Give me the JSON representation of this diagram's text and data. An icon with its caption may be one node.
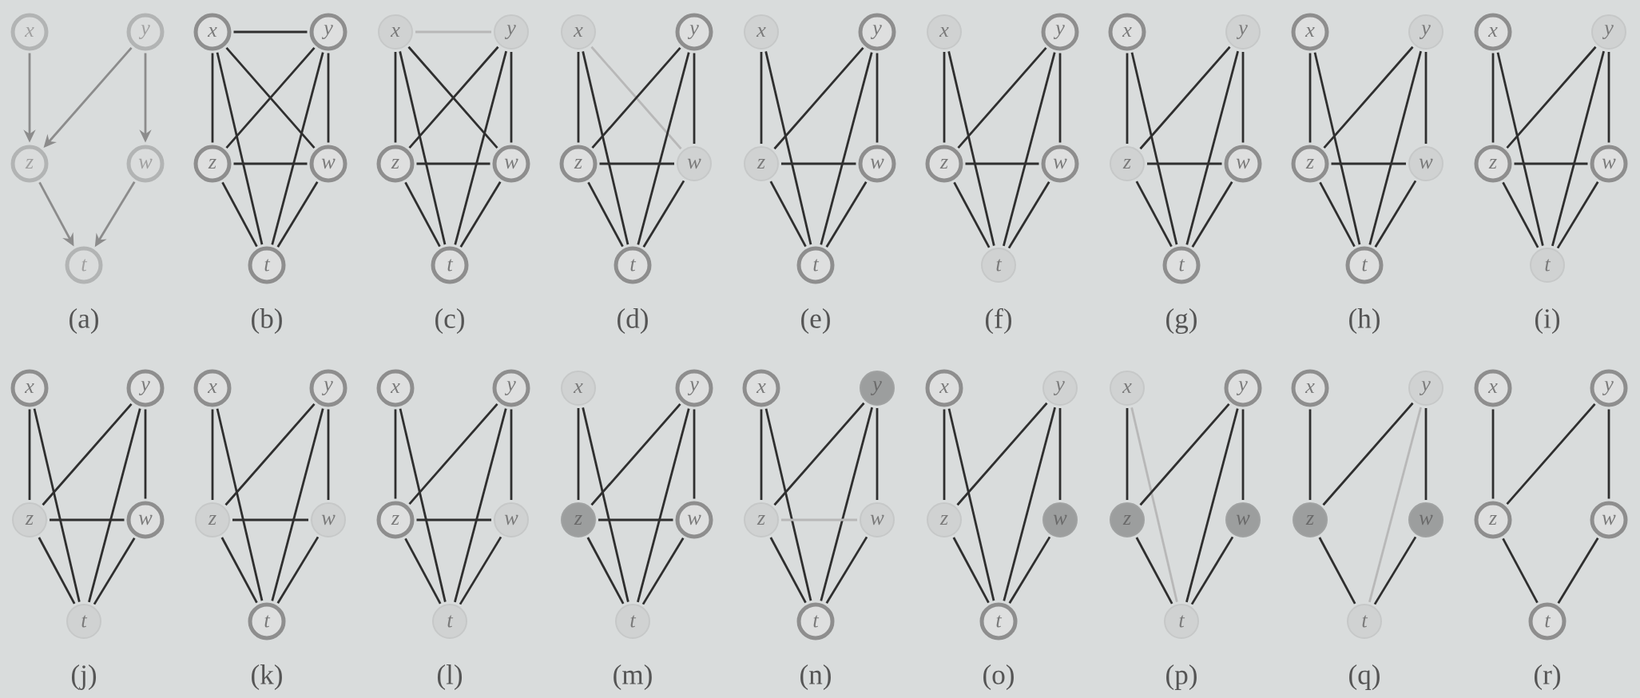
{
  "diagram": {
    "nodes": [
      {
        "text": [
          "x"
        ]
      },
      {
        "text": [
          "y"
        ]
      },
      {
        "text": [
          "z"
        ]
      },
      {
        "text": [
          "w"
        ]
      },
      {
        "text": [
          "t"
        ]
      },
      {
        "text": [
          "x"
        ]
      },
      {
        "text": [
          "y"
        ]
      },
      {
        "text": [
          "z"
        ]
      },
      {
        "text": [
          "w"
        ]
      },
      {
        "text": [
          "t"
        ]
      },
      {
        "text": [
          "x"
        ]
      },
      {
        "text": [
          "y"
        ]
      },
      {
        "text": [
          "z"
        ]
      },
      {
        "text": [
          "w"
        ]
      },
      {
        "text": [
          "t"
        ]
      },
      {
        "text": [
          "x"
        ]
      },
      {
        "text": [
          "y"
        ]
      },
      {
        "text": [
          "z"
        ]
      },
      {
        "text": [
          "w"
        ]
      },
      {
        "text": [
          "t"
        ]
      },
      {
        "text": [
          "x"
        ]
      },
      {
        "text": [
          "y"
        ]
      },
      {
        "text": [
          "z"
        ]
      },
      {
        "text": [
          "w"
        ]
      },
      {
        "text": [
          "t"
        ]
      },
      {
        "text": [
          "x"
        ]
      },
      {
        "text": [
          "y"
        ]
      },
      {
        "text": [
          "z"
        ]
      },
      {
        "text": [
          "w"
        ]
      },
      {
        "text": [
          "t"
        ]
      },
      {
        "text": [
          "x"
        ]
      },
      {
        "text": [
          "y"
        ]
      },
      {
        "text": [
          "z"
        ]
      },
      {
        "text": [
          "w"
        ]
      },
      {
        "text": [
          "t"
        ]
      },
      {
        "text": [
          "x"
        ]
      },
      {
        "text": [
          "y"
        ]
      },
      {
        "text": [
          "z"
        ]
      },
      {
        "text": [
          "w"
        ]
      },
      {
        "text": [
          "t"
        ]
      },
      {
        "text": [
          "x"
        ]
      },
      {
        "text": [
          "y"
        ]
      },
      {
        "text": [
          "z"
        ]
      },
      {
        "text": [
          "w"
        ]
      },
      {
        "text": [
          "t"
        ]
      },
      {
        "text": [
          "x"
        ]
      },
      {
        "text": [
          "y"
        ]
      },
      {
        "text": [
          "z"
        ]
      },
      {
        "text": [
          "w"
        ]
      },
      {
        "text": [
          "t"
        ]
      },
      {
        "text": [
          "x"
        ]
      },
      {
        "text": [
          "y"
        ]
      },
      {
        "text": [
          "z"
        ]
      },
      {
        "text": [
          "w"
        ]
      },
      {
        "text": [
          "t"
        ]
      },
      {
        "text": [
          "x"
        ]
      },
      {
        "text": [
          "y"
        ]
      },
      {
        "text": [
          "z"
        ]
      },
      {
        "text": [
          "w"
        ]
      },
      {
        "text": [
          "t"
        ]
      },
      {
        "text": [
          "x"
        ]
      },
      {
        "text": [
          "y"
        ]
      },
      {
        "text": [
          "z"
        ]
      },
      {
        "text": [
          "w"
        ]
      },
      {
        "text": [
          "t"
        ]
      },
      {
        "text": [
          "x"
        ]
      },
      {
        "text": [
          "y"
        ]
      },
      {
        "text": [
          "z"
        ]
      },
      {
        "text": [
          "w"
        ]
      },
      {
        "text": [
          "t"
        ]
      },
      {
        "text": [
          "x"
        ]
      },
      {
        "text": [
          "y"
        ]
      },
      {
        "text": [
          "z"
        ]
      },
      {
        "text": [
          "w"
        ]
      },
      {
        "text": [
          "t"
        ]
      },
      {
        "text": [
          "x"
        ]
      },
      {
        "text": [
          "y"
        ]
      },
      {
        "text": [
          "z"
        ]
      },
      {
        "text": [
          "w"
        ]
      },
      {
        "text": [
          "t"
        ]
      },
      {
        "text": [
          "x"
        ]
      },
      {
        "text": [
          "y"
        ]
      },
      {
        "text": [
          "z"
        ]
      },
      {
        "text": [
          "w"
        ]
      },
      {
        "text": [
          "t"
        ]
      },
      {
        "text": [
          "x"
        ]
      },
      {
        "text": [
          "y"
        ]
      },
      {
        "text": [
          "z"
        ]
      },
      {
        "text": [
          "w"
        ]
      },
      {
        "text": [
          "t"
        ]
      }
    ],
    "edges": [
      {
        "from": 0,
        "to": 2,
        "arrow": "to",
        "color": "#8c8c8c"
      },
      {
        "from": 1,
        "to": 2,
        "arrow": "to",
        "color": "#8c8c8c"
      },
      {
        "from": 1,
        "to": 3,
        "arrow": "to",
        "color": "#8c8c8c"
      },
      {
        "from": 2,
        "to": 4,
        "arrow": "to",
        "color": "#8c8c8c"
      },
      {
        "from": 3,
        "to": 4,
        "arrow": "to",
        "color": "#8c8c8c"
      },
      {
        "from": 5,
        "to": 6,
        "arrow": "none"
      },
      {
        "from": 5,
        "to": 7,
        "arrow": "none"
      },
      {
        "from": 5,
        "to": 8,
        "arrow": "none"
      },
      {
        "from": 5,
        "to": 9,
        "arrow": "none"
      },
      {
        "from": 6,
        "to": 7,
        "arrow": "none"
      },
      {
        "from": 6,
        "to": 8,
        "arrow": "none"
      },
      {
        "from": 6,
        "to": 9,
        "arrow": "none"
      },
      {
        "from": 7,
        "to": 8,
        "arrow": "none"
      },
      {
        "from": 7,
        "to": 9,
        "arrow": "none"
      },
      {
        "from": 8,
        "to": 9,
        "arrow": "none"
      },
      {
        "from": 10,
        "to": 11,
        "arrow": "none",
        "color": "#b8b8b8"
      },
      {
        "from": 10,
        "to": 12,
        "arrow": "none"
      },
      {
        "from": 10,
        "to": 13,
        "arrow": "none"
      },
      {
        "from": 10,
        "to": 14,
        "arrow": "none"
      },
      {
        "from": 11,
        "to": 12,
        "arrow": "none"
      },
      {
        "from": 11,
        "to": 13,
        "arrow": "none"
      },
      {
        "from": 11,
        "to": 14,
        "arrow": "none"
      },
      {
        "from": 12,
        "to": 13,
        "arrow": "none"
      },
      {
        "from": 12,
        "to": 14,
        "arrow": "none"
      },
      {
        "from": 13,
        "to": 14,
        "arrow": "none"
      },
      {
        "from": 15,
        "to": 17,
        "arrow": "none"
      },
      {
        "from": 15,
        "to": 18,
        "arrow": "none",
        "color": "#b8b8b8"
      },
      {
        "from": 15,
        "to": 19,
        "arrow": "none"
      },
      {
        "from": 16,
        "to": 17,
        "arrow": "none"
      },
      {
        "from": 16,
        "to": 18,
        "arrow": "none"
      },
      {
        "from": 16,
        "to": 19,
        "arrow": "none"
      },
      {
        "from": 17,
        "to": 18,
        "arrow": "none"
      },
      {
        "from": 17,
        "to": 19,
        "arrow": "none"
      },
      {
        "from": 18,
        "to": 19,
        "arrow": "none"
      },
      {
        "from": 20,
        "to": 22,
        "arrow": "none"
      },
      {
        "from": 20,
        "to": 24,
        "arrow": "none"
      },
      {
        "from": 21,
        "to": 22,
        "arrow": "none"
      },
      {
        "from": 21,
        "to": 24,
        "arrow": "none"
      },
      {
        "from": 21,
        "to": 23,
        "arrow": "none"
      },
      {
        "from": 22,
        "to": 23,
        "arrow": "none"
      },
      {
        "from": 22,
        "to": 24,
        "arrow": "none"
      },
      {
        "from": 23,
        "to": 24,
        "arrow": "none"
      },
      {
        "from": 25,
        "to": 27,
        "arrow": "none"
      },
      {
        "from": 25,
        "to": 29,
        "arrow": "none"
      },
      {
        "from": 26,
        "to": 27,
        "arrow": "none"
      },
      {
        "from": 26,
        "to": 29,
        "arrow": "none"
      },
      {
        "from": 26,
        "to": 28,
        "arrow": "none"
      },
      {
        "from": 27,
        "to": 28,
        "arrow": "none"
      },
      {
        "from": 27,
        "to": 29,
        "arrow": "none"
      },
      {
        "from": 28,
        "to": 29,
        "arrow": "none"
      },
      {
        "from": 30,
        "to": 32,
        "arrow": "none"
      },
      {
        "from": 30,
        "to": 34,
        "arrow": "none"
      },
      {
        "from": 31,
        "to": 32,
        "arrow": "none"
      },
      {
        "from": 31,
        "to": 34,
        "arrow": "none"
      },
      {
        "from": 31,
        "to": 33,
        "arrow": "none"
      },
      {
        "from": 32,
        "to": 33,
        "arrow": "none"
      },
      {
        "from": 32,
        "to": 34,
        "arrow": "none"
      },
      {
        "from": 33,
        "to": 34,
        "arrow": "none"
      },
      {
        "from": 35,
        "to": 37,
        "arrow": "none"
      },
      {
        "from": 35,
        "to": 39,
        "arrow": "none"
      },
      {
        "from": 36,
        "to": 37,
        "arrow": "none"
      },
      {
        "from": 36,
        "to": 39,
        "arrow": "none"
      },
      {
        "from": 36,
        "to": 38,
        "arrow": "none"
      },
      {
        "from": 37,
        "to": 38,
        "arrow": "none"
      },
      {
        "from": 37,
        "to": 39,
        "arrow": "none"
      },
      {
        "from": 38,
        "to": 39,
        "arrow": "none"
      },
      {
        "from": 40,
        "to": 42,
        "arrow": "none"
      },
      {
        "from": 40,
        "to": 44,
        "arrow": "none"
      },
      {
        "from": 41,
        "to": 42,
        "arrow": "none"
      },
      {
        "from": 41,
        "to": 44,
        "arrow": "none"
      },
      {
        "from": 41,
        "to": 43,
        "arrow": "none"
      },
      {
        "from": 42,
        "to": 43,
        "arrow": "none"
      },
      {
        "from": 42,
        "to": 44,
        "arrow": "none"
      },
      {
        "from": 43,
        "to": 44,
        "arrow": "none"
      },
      {
        "from": 45,
        "to": 47,
        "arrow": "none"
      },
      {
        "from": 45,
        "to": 49,
        "arrow": "none"
      },
      {
        "from": 46,
        "to": 47,
        "arrow": "none"
      },
      {
        "from": 46,
        "to": 49,
        "arrow": "none"
      },
      {
        "from": 46,
        "to": 48,
        "arrow": "none"
      },
      {
        "from": 47,
        "to": 48,
        "arrow": "none"
      },
      {
        "from": 47,
        "to": 49,
        "arrow": "none"
      },
      {
        "from": 48,
        "to": 49,
        "arrow": "none"
      },
      {
        "from": 50,
        "to": 52,
        "arrow": "none"
      },
      {
        "from": 50,
        "to": 54,
        "arrow": "none"
      },
      {
        "from": 51,
        "to": 52,
        "arrow": "none"
      },
      {
        "from": 51,
        "to": 54,
        "arrow": "none"
      },
      {
        "from": 51,
        "to": 53,
        "arrow": "none"
      },
      {
        "from": 52,
        "to": 53,
        "arrow": "none"
      },
      {
        "from": 52,
        "to": 54,
        "arrow": "none"
      },
      {
        "from": 53,
        "to": 54,
        "arrow": "none"
      },
      {
        "from": 55,
        "to": 57,
        "arrow": "none"
      },
      {
        "from": 55,
        "to": 59,
        "arrow": "none"
      },
      {
        "from": 56,
        "to": 57,
        "arrow": "none"
      },
      {
        "from": 56,
        "to": 59,
        "arrow": "none"
      },
      {
        "from": 56,
        "to": 58,
        "arrow": "none"
      },
      {
        "from": 57,
        "to": 58,
        "arrow": "none"
      },
      {
        "from": 57,
        "to": 59,
        "arrow": "none"
      },
      {
        "from": 58,
        "to": 59,
        "arrow": "none"
      },
      {
        "from": 60,
        "to": 62,
        "arrow": "none"
      },
      {
        "from": 60,
        "to": 64,
        "arrow": "none"
      },
      {
        "from": 61,
        "to": 62,
        "arrow": "none"
      },
      {
        "from": 61,
        "to": 64,
        "arrow": "none"
      },
      {
        "from": 61,
        "to": 63,
        "arrow": "none"
      },
      {
        "from": 62,
        "to": 63,
        "arrow": "none"
      },
      {
        "from": 62,
        "to": 64,
        "arrow": "none"
      },
      {
        "from": 63,
        "to": 64,
        "arrow": "none"
      },
      {
        "from": 65,
        "to": 67,
        "arrow": "none"
      },
      {
        "from": 65,
        "to": 69,
        "arrow": "none"
      },
      {
        "from": 66,
        "to": 67,
        "arrow": "none"
      },
      {
        "from": 66,
        "to": 69,
        "arrow": "none"
      },
      {
        "from": 66,
        "to": 68,
        "arrow": "none"
      },
      {
        "from": 67,
        "to": 68,
        "arrow": "none",
        "color": "#b8b8b8"
      },
      {
        "from": 67,
        "to": 69,
        "arrow": "none"
      },
      {
        "from": 68,
        "to": 69,
        "arrow": "none"
      },
      {
        "from": 70,
        "to": 72,
        "arrow": "none"
      },
      {
        "from": 70,
        "to": 74,
        "arrow": "none"
      },
      {
        "from": 71,
        "to": 72,
        "arrow": "none"
      },
      {
        "from": 71,
        "to": 74,
        "arrow": "none"
      },
      {
        "from": 71,
        "to": 73,
        "arrow": "none"
      },
      {
        "from": 72,
        "to": 74,
        "arrow": "none"
      },
      {
        "from": 73,
        "to": 74,
        "arrow": "none"
      },
      {
        "from": 75,
        "to": 77,
        "arrow": "none"
      },
      {
        "from": 75,
        "to": 79,
        "arrow": "none",
        "color": "#b8b8b8"
      },
      {
        "from": 76,
        "to": 77,
        "arrow": "none"
      },
      {
        "from": 76,
        "to": 79,
        "arrow": "none"
      },
      {
        "from": 76,
        "to": 78,
        "arrow": "none"
      },
      {
        "from": 77,
        "to": 79,
        "arrow": "none"
      },
      {
        "from": 78,
        "to": 79,
        "arrow": "none"
      },
      {
        "from": 80,
        "to": 82,
        "arrow": "none"
      },
      {
        "from": 81,
        "to": 82,
        "arrow": "none"
      },
      {
        "from": 81,
        "to": 84,
        "arrow": "none",
        "color": "#b8b8b8"
      },
      {
        "from": 81,
        "to": 83,
        "arrow": "none"
      },
      {
        "from": 82,
        "to": 84,
        "arrow": "none"
      },
      {
        "from": 83,
        "to": 84,
        "arrow": "none"
      },
      {
        "from": 85,
        "to": 87,
        "arrow": "none"
      },
      {
        "from": 86,
        "to": 87,
        "arrow": "none"
      },
      {
        "from": 86,
        "to": 88,
        "arrow": "none"
      },
      {
        "from": 87,
        "to": 89,
        "arrow": "none"
      },
      {
        "from": 88,
        "to": 89,
        "arrow": "none"
      }
    ],
    "labels": [
      "(a)",
      "(b)",
      "(c)",
      "(d)",
      "(e)",
      "(f)",
      "(g)",
      "(h)",
      "(i)",
      "(j)",
      "(k)",
      "(l)",
      "(m)",
      "(n)",
      "(o)",
      "(p)",
      "(q)",
      "(r)"
    ]
  }
}
